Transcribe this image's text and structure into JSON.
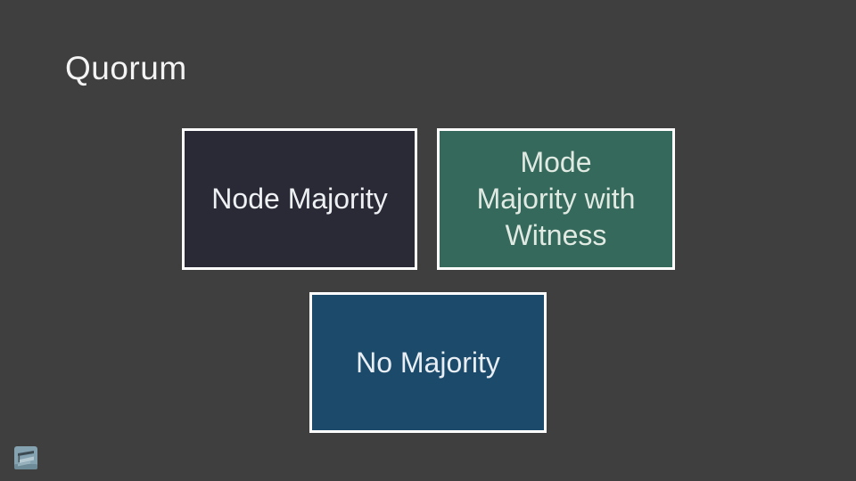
{
  "slide": {
    "title": "Quorum",
    "background_color": "#3f3f3f",
    "title_color": "#f4f4f4",
    "boxes": [
      {
        "id": "node-majority",
        "label": "Node Majority",
        "lines": [
          "Node Majority"
        ],
        "fill_color": "#2a2936",
        "border_color": "#ffffff",
        "text_color": "#eef1f4"
      },
      {
        "id": "mode-majority-with-witness",
        "label": "Mode Majority with Witness",
        "lines": [
          "Mode",
          "Majority with",
          "Witness"
        ],
        "fill_color": "#35695b",
        "border_color": "#ffffff",
        "text_color": "#e0eae3"
      },
      {
        "id": "no-majority",
        "label": "No Majority",
        "lines": [
          "No Majority"
        ],
        "fill_color": "#1b4a6b",
        "border_color": "#ffffff",
        "text_color": "#e8eef3"
      }
    ],
    "logo": {
      "icon": "presentation-template-logo-icon",
      "base_color": "#85a2b0"
    }
  }
}
